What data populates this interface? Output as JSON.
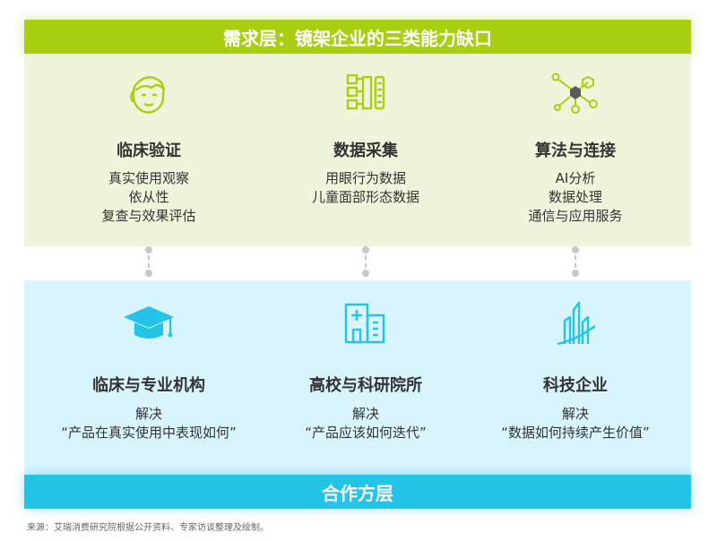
{
  "header": {
    "title": "需求层：镜架企业的三类能力缺口"
  },
  "demand": [
    {
      "icon": "face-scan-icon",
      "title": "临床验证",
      "lines": [
        "真实使用观察",
        "依从性",
        "复查与效果评估"
      ]
    },
    {
      "icon": "data-blocks-icon",
      "title": "数据采集",
      "lines": [
        "用眼行为数据",
        "儿童面部形态数据"
      ]
    },
    {
      "icon": "molecule-network-icon",
      "title": "算法与连接",
      "lines": [
        "AI分析",
        "数据处理",
        "通信与应用服务"
      ]
    }
  ],
  "partners": [
    {
      "icon": "graduation-cap-icon",
      "title": "临床与专业机构",
      "lines": [
        "解决",
        "“产品在真实使用中表现如何”"
      ]
    },
    {
      "icon": "hospital-building-icon",
      "title": "高校与科研院所",
      "lines": [
        "解决",
        "“产品应该如何迭代”"
      ]
    },
    {
      "icon": "tech-bars-icon",
      "title": "科技企业",
      "lines": [
        "解决",
        "“数据如何持续产生价值”"
      ]
    }
  ],
  "footer": {
    "title": "合作方层"
  },
  "source": "来源：艾瑞消费研究院根据公开资料、专家访谈整理及绘制。",
  "colors": {
    "green": "#a8cf12",
    "cyan": "#24c3e8"
  }
}
